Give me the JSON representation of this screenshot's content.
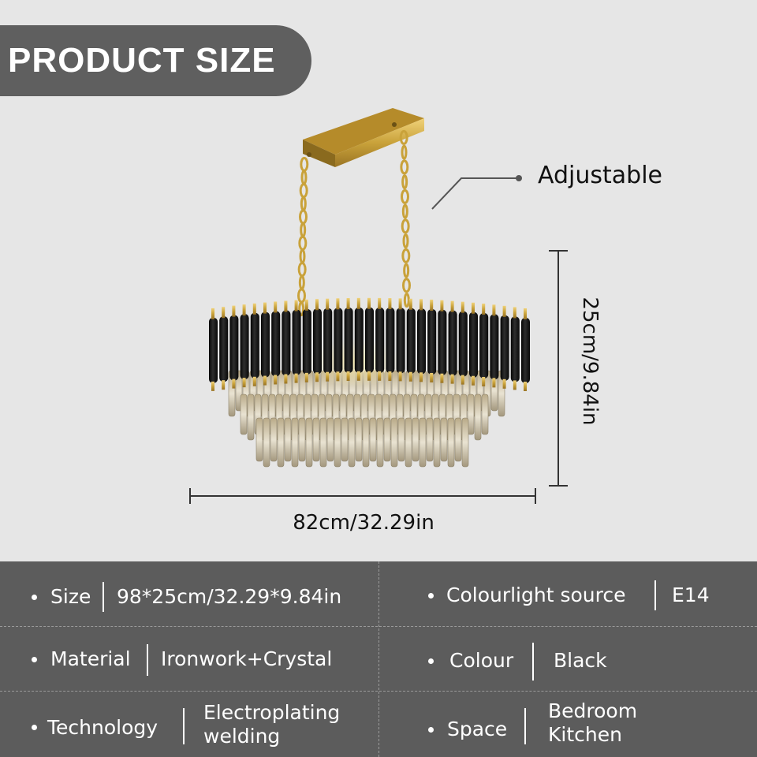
{
  "banner": {
    "title": "PRODUCT SIZE"
  },
  "dimensions": {
    "callout": "Adjustable",
    "height": "25cm/9.84in",
    "width": "82cm/32.29in"
  },
  "specs": [
    {
      "label": "Size",
      "value": "98*25cm/32.29*9.84in"
    },
    {
      "label": "Colourlight source",
      "value": "E14"
    },
    {
      "label": "Material",
      "value": "Ironwork+Crystal"
    },
    {
      "label": "Colour",
      "value": "Black"
    },
    {
      "label": "Technology",
      "value_lines": [
        "Electroplating",
        "welding"
      ]
    },
    {
      "label": "Space",
      "value_lines": [
        "Bedroom",
        "Kitchen"
      ]
    }
  ],
  "colors": {
    "background": "#e6e6e6",
    "banner": "#5f5f5f",
    "spec_panel": "#5c5c5c",
    "gold": "#c9a23a",
    "black_tube": "#151515"
  }
}
